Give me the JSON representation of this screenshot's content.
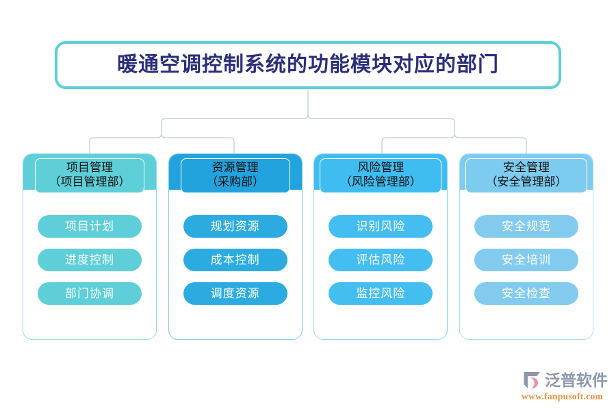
{
  "title": {
    "text": "暖通空调控制系统的功能模块对应的部门",
    "border_color": "#5ecfd8",
    "text_color": "#2b2f7a"
  },
  "connector": {
    "line_color": "#b9ccd8"
  },
  "columns": [
    {
      "id": "project-management",
      "header_label": "项目管理\n（项目管理部）",
      "header_color": "#5ecfd8",
      "pill_color": "#5ecfd8",
      "border_color": "#8fdde4",
      "items": [
        {
          "label": "项目计划"
        },
        {
          "label": "进度控制"
        },
        {
          "label": "部门协调"
        }
      ]
    },
    {
      "id": "resource-management",
      "header_label": "资源管理\n（采购部）",
      "header_color": "#23a3de",
      "pill_color": "#2cabe0",
      "border_color": "#7fc9e8",
      "items": [
        {
          "label": "规划资源"
        },
        {
          "label": "成本控制"
        },
        {
          "label": "调度资源"
        }
      ]
    },
    {
      "id": "risk-management",
      "header_label": "风险管理\n（风险管理部）",
      "header_color": "#3fbdf0",
      "pill_color": "#44bdf0",
      "border_color": "#8fd4f2",
      "items": [
        {
          "label": "识别风险"
        },
        {
          "label": "评估风险"
        },
        {
          "label": "监控风险"
        }
      ]
    },
    {
      "id": "safety-management",
      "header_label": "安全管理\n（安全管理部）",
      "header_color": "#7ecbf0",
      "pill_color": "#82cbef",
      "border_color": "#a8dcf5",
      "items": [
        {
          "label": "安全规范"
        },
        {
          "label": "安全培训"
        },
        {
          "label": "安全检查"
        }
      ]
    }
  ],
  "logo": {
    "name": "泛普软件",
    "url": "www.fanpusoft.com",
    "mark_color": "#8d98ab",
    "accent_color": "#ef8f9c",
    "url_color": "#e8903a"
  }
}
